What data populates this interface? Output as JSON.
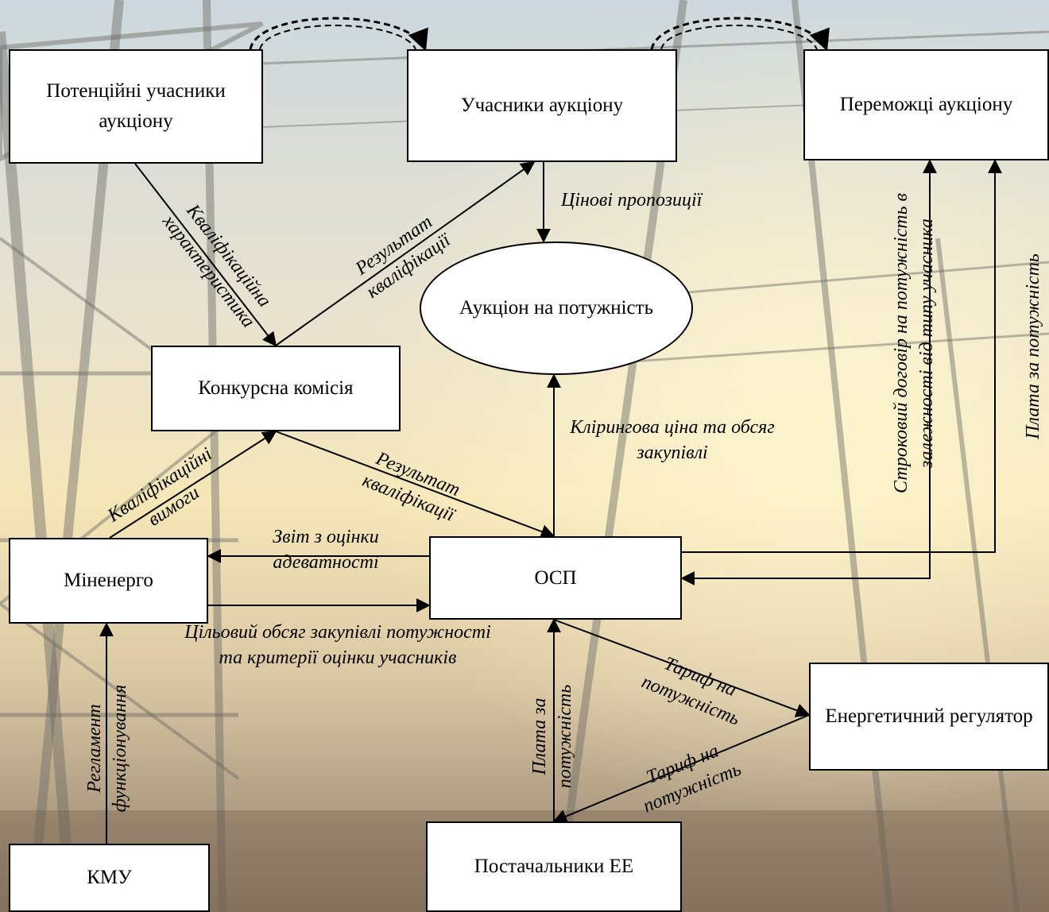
{
  "nodes": {
    "potential": "Потенційні учасники аукціону",
    "participants": "Учасники аукціону",
    "winners": "Переможці аукціону",
    "auction": "Аукціон на потужність",
    "commission": "Конкурсна комісія",
    "minenergo": "Міненерго",
    "osp": "ОСП",
    "regulator": "Енергетичний регулятор",
    "kmu": "КМУ",
    "suppliers": "Постачальники ЕЕ"
  },
  "edges": {
    "qual_char": "Кваліфікаційна характеристика",
    "qual_result_1": "Результат кваліфікації",
    "price_offers": "Цінові пропозиції",
    "term_contract": "Строковий договір на потужність в залежності від типу учасника",
    "capacity_fee_right": "Плата за потужність",
    "qual_requirements": "Кваліфікаційні вимоги",
    "qual_result_2": "Результат кваліфікації",
    "clearing": "Клірингова ціна та обсяг закупівлі",
    "adequacy_report": "Звіт з оцінки адеватності",
    "target_volume": "Цільовий обсяг закупівлі потужності та критерії оцінки учасників",
    "regulation": "Регламент функціонування",
    "capacity_fee_bottom": "Плата за потужність",
    "tariff_1": "Тариф на потужність",
    "tariff_2": "Тариф на потужність"
  },
  "colors": {
    "sky": "#f3dfae",
    "steel": "#5a5a55",
    "ground": "#6f5a45"
  },
  "icons": {
    "background": "power-line-tower-photo"
  }
}
